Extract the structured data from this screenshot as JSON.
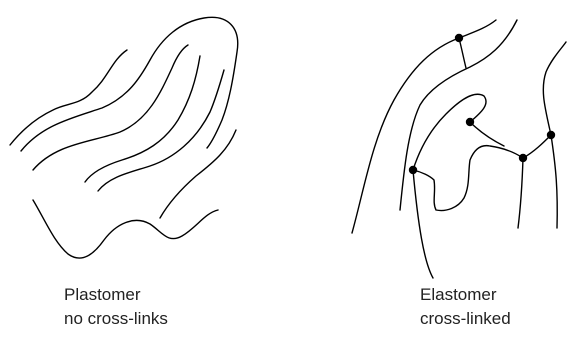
{
  "panels": [
    {
      "title": "Plastomer",
      "subtitle": "no cross-links",
      "cross_links": 0
    },
    {
      "title": "Elastomer",
      "subtitle": "cross-linked",
      "cross_links": 5
    }
  ],
  "colors": {
    "line": "#000000",
    "text": "#222222",
    "background": "#ffffff"
  }
}
